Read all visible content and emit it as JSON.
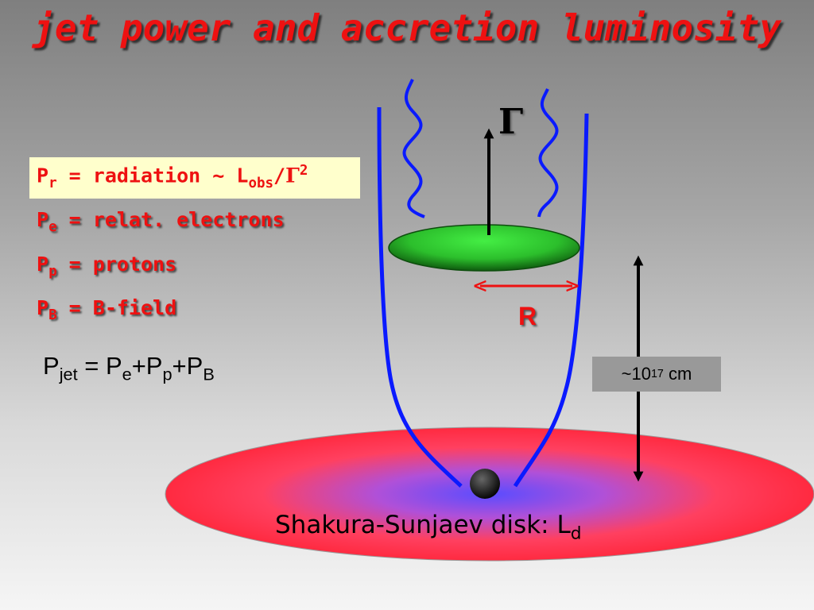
{
  "title": "jet power and accretion luminosity",
  "colors": {
    "title": "#ee1111",
    "jet_wall": "#0a1aff",
    "blob": "#33cc33",
    "disk_outer": "#ff3a4a",
    "disk_inner": "#6a5cff",
    "highlight_box": "#ffffcc",
    "distance_box": "#999999",
    "arrow_red": "#ee1111"
  },
  "terms": {
    "pr": {
      "symbol": "P",
      "sub": "r",
      "text": " = radiation ~ L",
      "text_sub": "obs",
      "slash": "/",
      "greek": "Γ",
      "greek_sup": "2"
    },
    "pe": {
      "symbol": "P",
      "sub": "e",
      "text": " = relat. electrons"
    },
    "pp": {
      "symbol": "P",
      "sub": "p",
      "text": " = protons"
    },
    "pb": {
      "symbol": "P",
      "sub": "B",
      "text": " = B-field"
    }
  },
  "pjet": {
    "p1": "P",
    "s1": "jet",
    "eq": " = ",
    "p2": "P",
    "s2": "e",
    "plus1": "+P",
    "s3": "p",
    "plus2": "+P",
    "s4": "B"
  },
  "diagram": {
    "gamma": "Γ",
    "radius_label": "R",
    "distance": {
      "prefix": "~10",
      "exp": "17",
      "unit": " cm"
    },
    "disk": {
      "text": "Shakura-Sunjaev disk: L",
      "sub": "d"
    }
  }
}
